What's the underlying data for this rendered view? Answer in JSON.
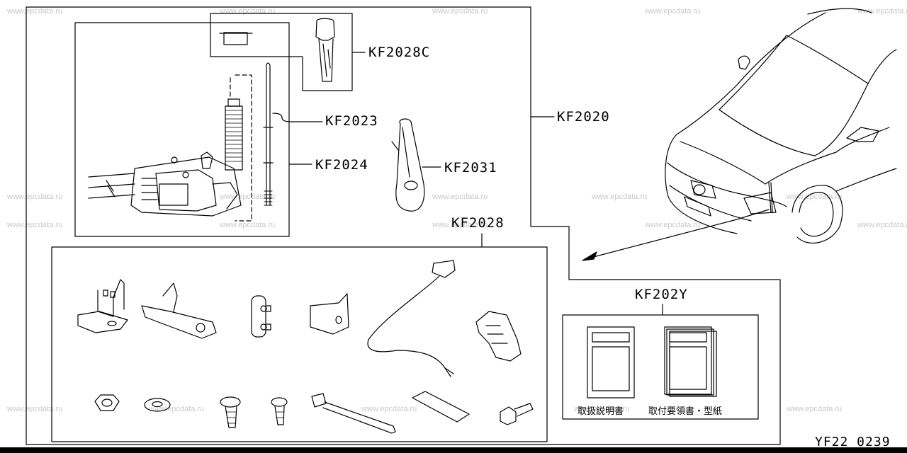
{
  "watermark_text": "www.epcdata.ru",
  "part_codes": {
    "kit_main": "KF2020",
    "cap": "KF2028C",
    "rod": "KF2023",
    "assembly": "KF2024",
    "grommet": "KF2031",
    "fitting_kit": "KF2028",
    "manual_set": "KF202Y"
  },
  "manuals": {
    "handling_manual": "取扱説明書",
    "install_manual": "取付要領書・型紙"
  },
  "figure_id": "YF22_0239"
}
